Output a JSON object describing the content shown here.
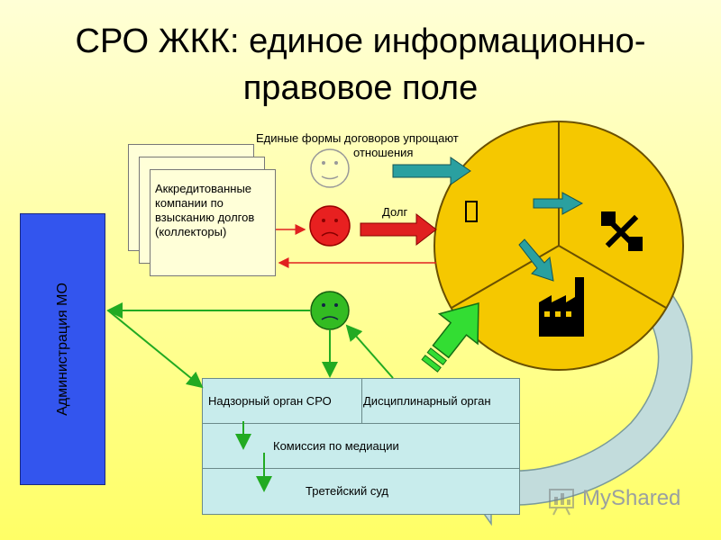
{
  "title": {
    "line1": "СРО ЖКК: единое информационно-",
    "line2": "правовое поле"
  },
  "admin_label": "Администрация   МО",
  "collectors_card": "Аккредитованные компании по взысканию долгов (коллекторы)",
  "labels": {
    "contract_forms_line1": "Единые формы договоров упрощают",
    "contract_forms_line2": "отношения",
    "debt": "Долг"
  },
  "bodies": {
    "supervisory": "Надзорный орган СРО",
    "disciplinary": "Дисциплинарный орган",
    "mediation": "Комиссия по медиации",
    "arbitration": "Третейский суд"
  },
  "wheel": {
    "segment_icons": [
      "document-icon",
      "tools-icon",
      "factory-icon"
    ],
    "color": "#f5c800"
  },
  "faces": [
    "neutral-face",
    "sad-red-face",
    "sad-green-face"
  ],
  "colors": {
    "admin": "#3355ee",
    "teal_arrow": "#2aa0a0",
    "red": "#e02020",
    "green": "#22aa22",
    "bodies_bg": "#c8ecec"
  },
  "watermark": "MyShared"
}
